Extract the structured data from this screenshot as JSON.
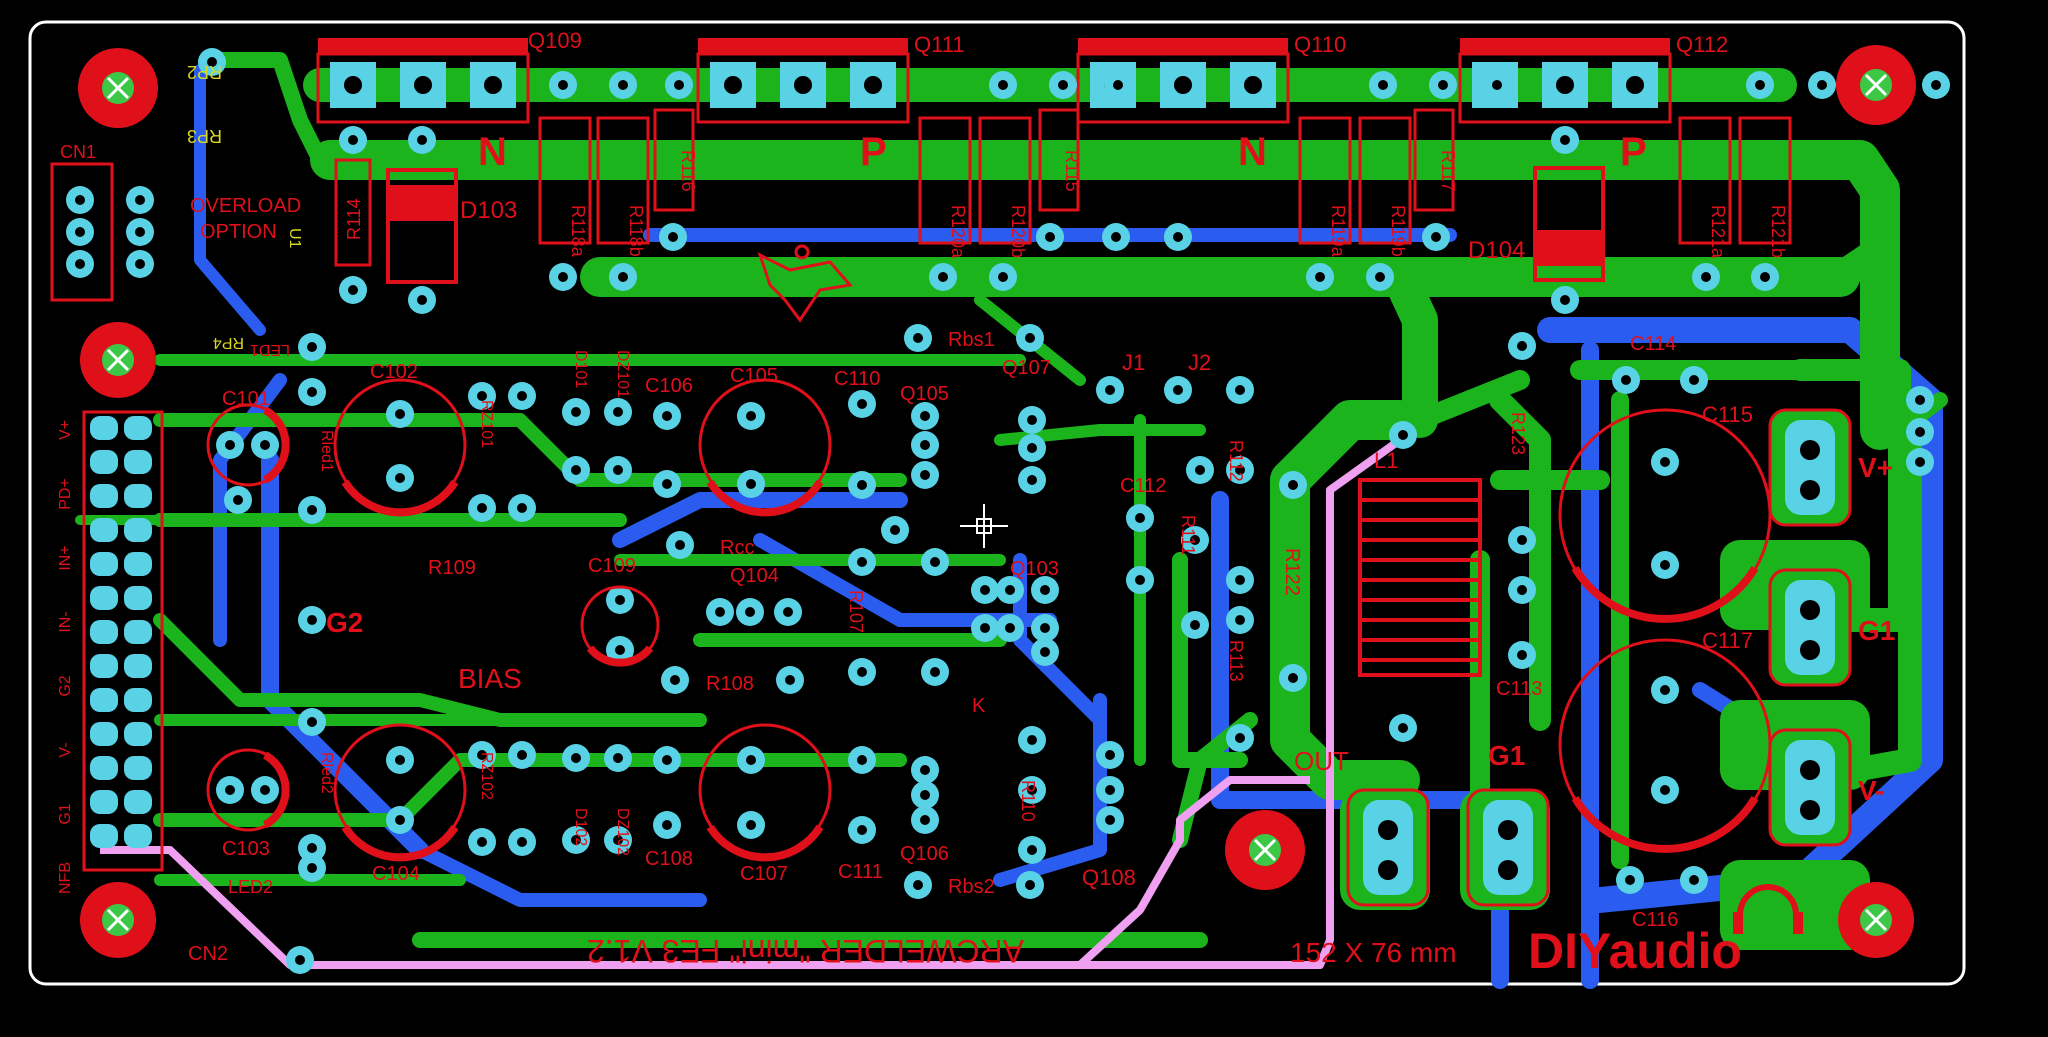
{
  "board": {
    "title": "ARCWELDER \"mini\" FE3 V1.2",
    "size_label": "152 X 76 mm",
    "logo": "DIYaudio",
    "colors": {
      "background": "#000000",
      "outline": "#ffffff",
      "top_copper": "#1cb41c",
      "bottom_copper": "#2a5cf0",
      "silkscreen": "#e0101a",
      "pad": "#5ad2e6",
      "via_trace": "#f0a0f0",
      "yellow_silk": "#d8d820"
    }
  },
  "labels": {
    "q109": "Q109",
    "q111": "Q111",
    "q110": "Q110",
    "q112": "Q112",
    "n1": "N",
    "p1": "P",
    "n2": "N",
    "p2": "P",
    "r114": "R114",
    "r118a": "R118a",
    "r118b": "R118b",
    "r116": "R116",
    "r120a": "R120a",
    "r120b": "R120b",
    "r115": "R115",
    "r119a": "R119a",
    "r119b": "R119b",
    "r117": "R117",
    "r121a": "R121a",
    "r121b": "R121b",
    "d103": "D103",
    "d104": "D104",
    "rp2": "RP2",
    "rp3": "RP3",
    "rp4": "RP4",
    "cn1": "CN1",
    "cn2": "CN2",
    "overload": "OVERLOAD",
    "option": "OPTION",
    "u1": "U1",
    "c101": "C101",
    "c102": "C102",
    "c103": "C103",
    "c104": "C104",
    "c105": "C105",
    "c106": "C106",
    "c107": "C107",
    "c108": "C108",
    "c109": "C109",
    "c110": "C110",
    "c111": "C111",
    "c112": "C112",
    "c113": "C113",
    "c114": "C114",
    "c115": "C115",
    "c116": "C116",
    "c117": "C117",
    "q104": "Q104",
    "q105": "Q105",
    "q106": "Q106",
    "q107": "Q107",
    "q108": "Q108",
    "q103": "Q103",
    "rbs1": "Rbs1",
    "rbs2": "Rbs2",
    "rcc": "Rcc",
    "r107": "R107",
    "r108": "R108",
    "r109": "R109",
    "r110": "R110",
    "r111": "R111",
    "r112": "R112",
    "r113": "R113",
    "r122": "R122",
    "r123": "R123",
    "j1": "J1",
    "j2": "J2",
    "l1": "L1",
    "g1": "G1",
    "g1b": "G1",
    "g2": "G2",
    "vplus": "V+",
    "vminus": "V-",
    "bias": "BIAS",
    "out": "OUT",
    "k": "K",
    "led1": "LED1",
    "led2": "LED2",
    "rled1": "Rled1",
    "rled2": "Rled2",
    "d101": "D101",
    "d102": "D102",
    "dz101": "DZ101",
    "dz102": "DZ102",
    "rz101": "RZ101",
    "rz102": "RZ102"
  },
  "cn2_pins": [
    "V+",
    "PD+",
    "IN+",
    "IN-",
    "G2",
    "V-",
    "G1",
    "NFB"
  ]
}
